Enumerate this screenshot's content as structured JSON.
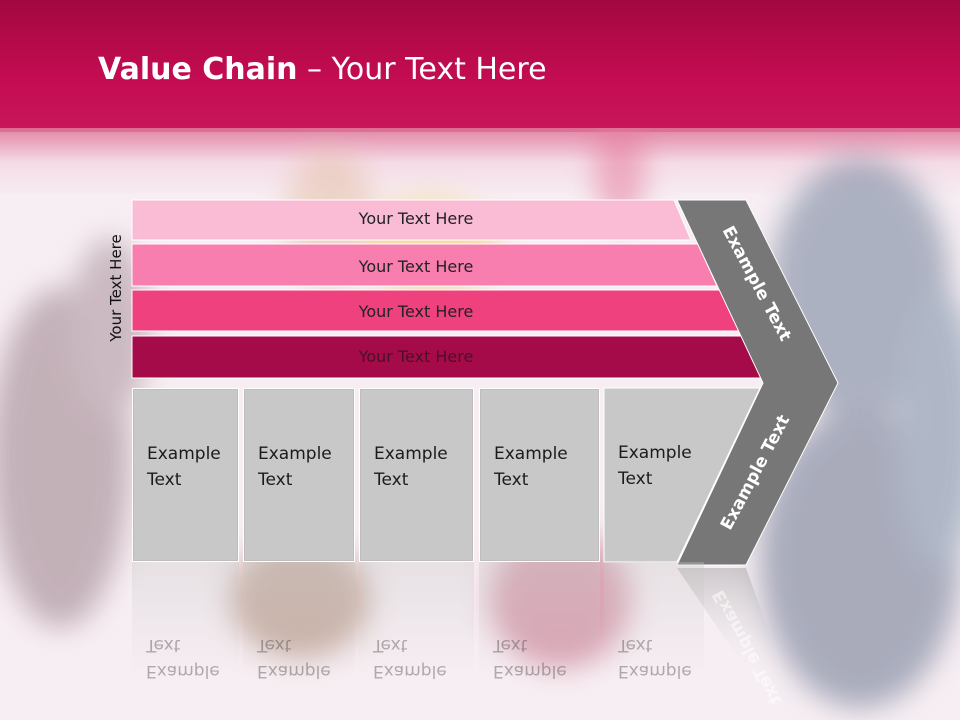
{
  "header": {
    "title_bold": "Value Chain",
    "title_rest": " – Your Text Here"
  },
  "side_label": "Your Text Here",
  "bars": [
    {
      "label": "Your Text Here",
      "color": "#f9bcd4"
    },
    {
      "label": "Your Text Here",
      "color": "#f77eae"
    },
    {
      "label": "Your Text Here",
      "color": "#f0417f"
    },
    {
      "label": "Your Text Here",
      "color": "#a50b48"
    }
  ],
  "boxes": [
    {
      "line1": "Example",
      "line2": "Text"
    },
    {
      "line1": "Example",
      "line2": "Text"
    },
    {
      "line1": "Example",
      "line2": "Text"
    },
    {
      "line1": "Example",
      "line2": "Text"
    },
    {
      "line1": "Example",
      "line2": "Text"
    }
  ],
  "chevron": {
    "top_label": "Example Text",
    "bottom_label": "Example Text",
    "color": "#777777"
  },
  "colors": {
    "header": "#c40c52",
    "box_fill": "#c8c8c8"
  }
}
